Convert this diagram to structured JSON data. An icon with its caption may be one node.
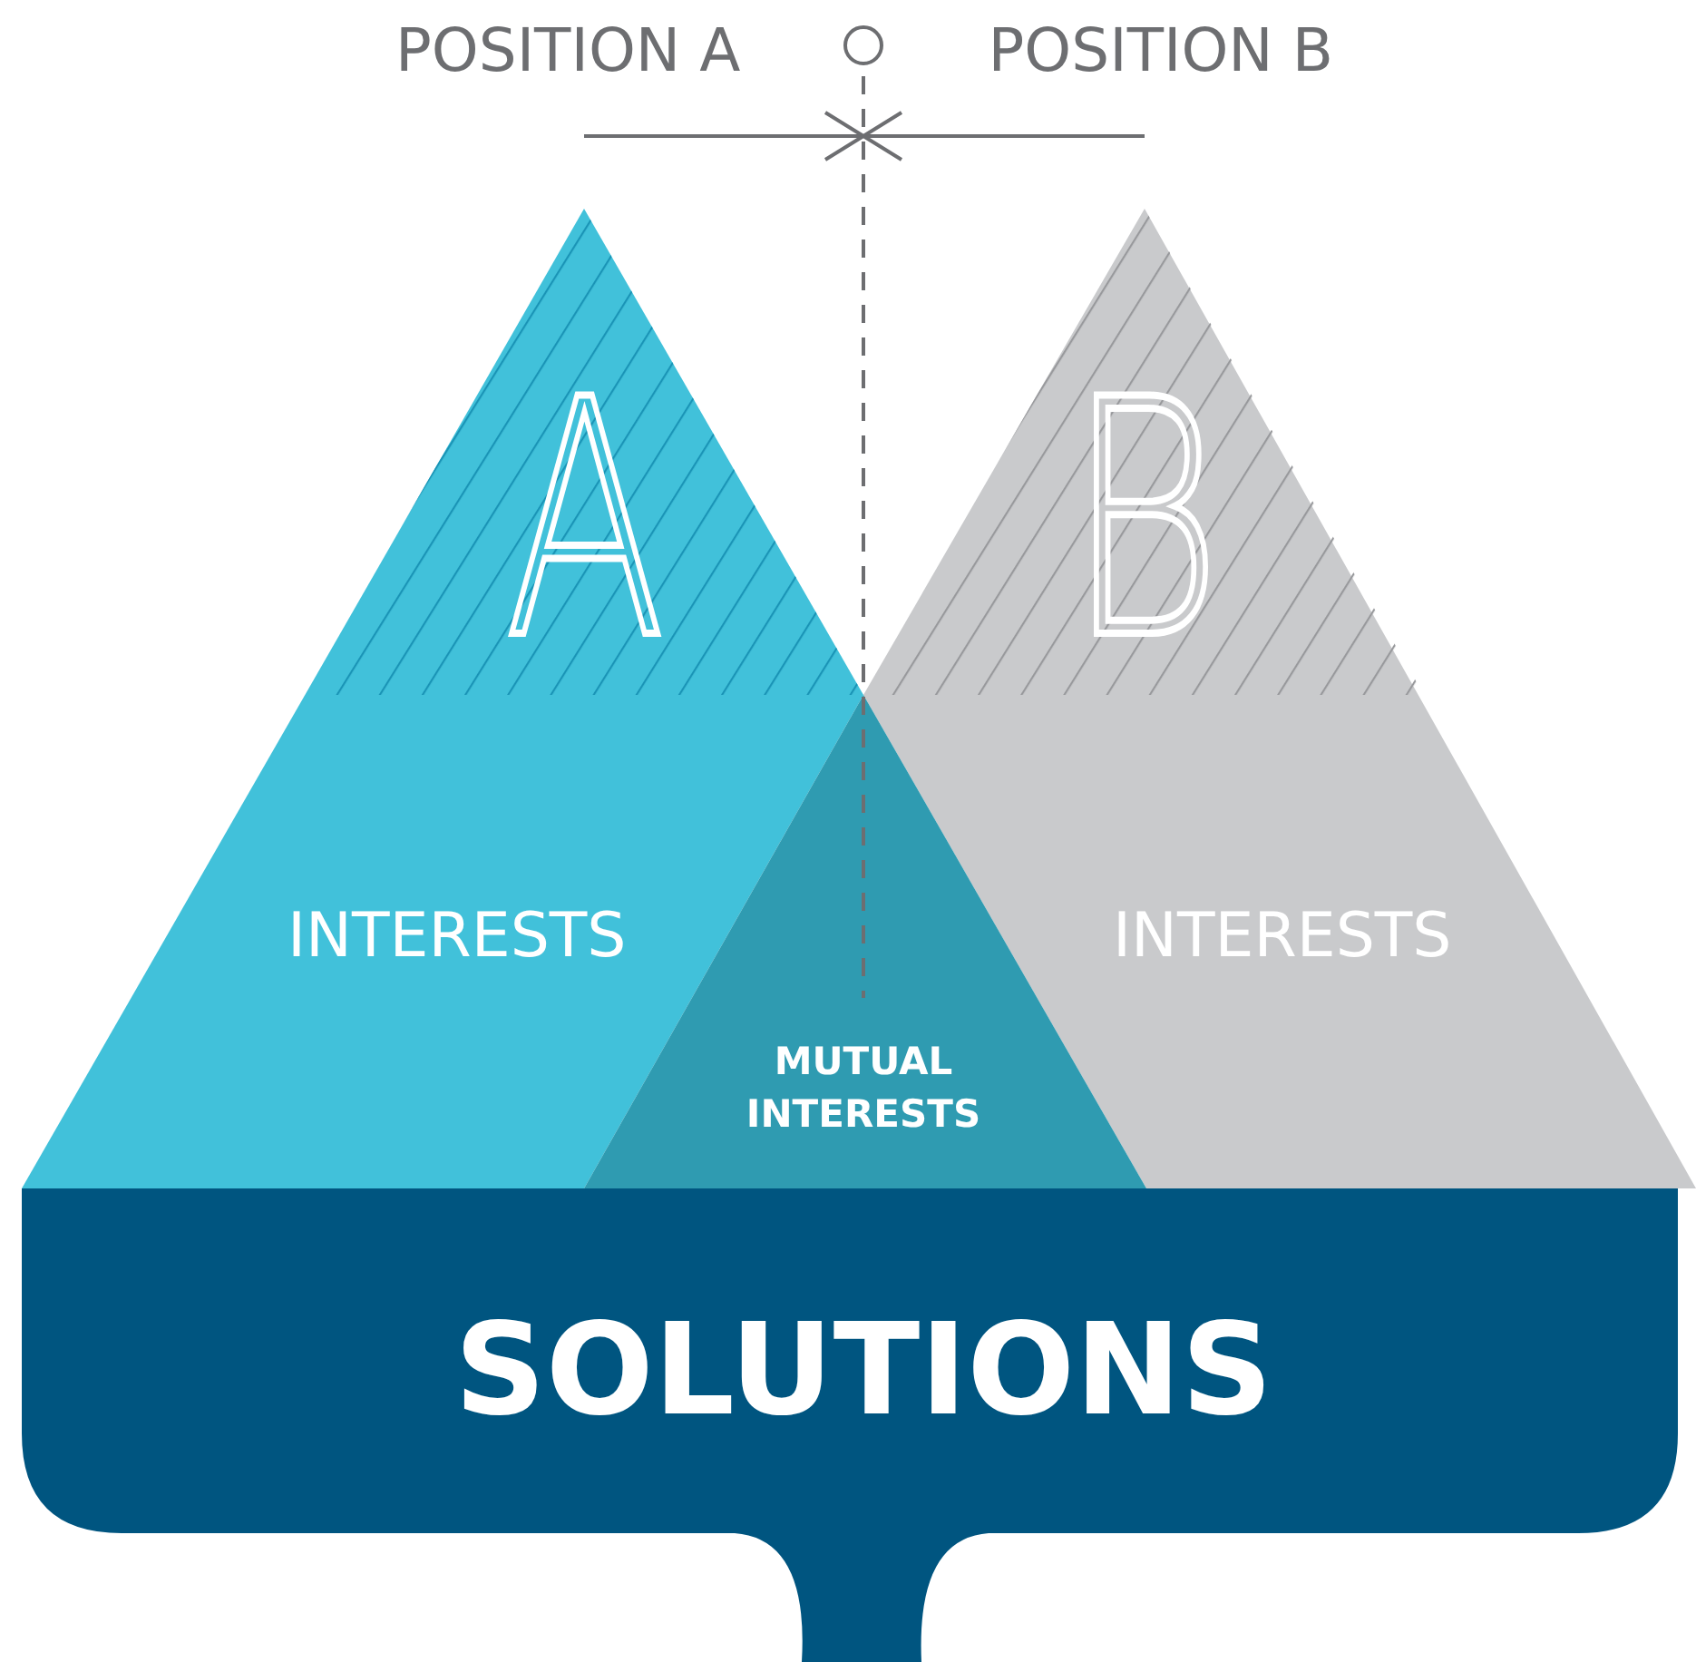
{
  "diagram": {
    "nodes": [
      {
        "text": [
          "A",
          "INTERESTS"
        ]
      },
      {
        "text": [
          "B",
          "INTERESTS"
        ]
      },
      {
        "text": [
          "MUTUAL INTERESTS"
        ]
      },
      {
        "text": [
          "SOLUTIONS"
        ]
      }
    ],
    "labels": [
      "POSITION A",
      "POSITION B"
    ]
  }
}
